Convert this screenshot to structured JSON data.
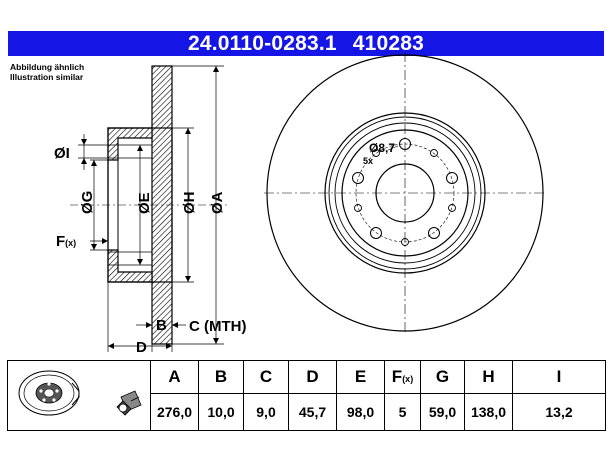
{
  "header": {
    "part_number": "24.0110-0283.1",
    "article_number": "410283"
  },
  "note": {
    "line1": "Abbildung ähnlich",
    "line2": "Illustration similar"
  },
  "drawing": {
    "dim_i": "ØI",
    "dim_g": "ØG",
    "dim_e": "ØE",
    "dim_h": "ØH",
    "dim_a": "ØA",
    "dim_f": "F",
    "dim_f_sub": "(x)",
    "dim_b": "B",
    "dim_c": "C (MTH)",
    "dim_d": "D",
    "bolt_hole": "Ø8,7",
    "bolt_count": "5x"
  },
  "table": {
    "headers": [
      "A",
      "B",
      "C",
      "D",
      "E",
      "F",
      "G",
      "H",
      "I"
    ],
    "f_sub": "(x)",
    "values": [
      "276,0",
      "10,0",
      "9,0",
      "45,7",
      "98,0",
      "5",
      "59,0",
      "138,0",
      "13,2"
    ]
  }
}
